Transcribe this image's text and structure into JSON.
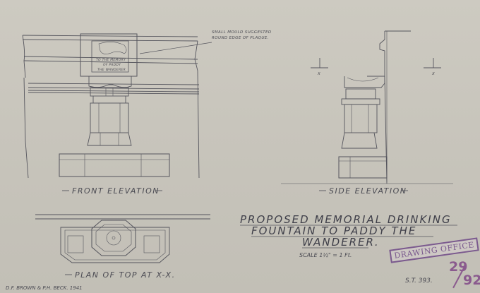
{
  "labels": {
    "front_elevation": "FRONT ELEVATION",
    "side_elevation": "SIDE ELEVATION",
    "plan_of_top": "PLAN OF TOP AT X-X.",
    "note_line1": "SMALL MOULD SUGGESTED",
    "note_line2": "ROUND EDGE OF PLAQUE.",
    "plaque_line1": "TO THE MEMORY",
    "plaque_line2": "OF PADDY",
    "plaque_line3": "THE WANDERER",
    "section_mark_left": "X",
    "section_mark_right": "X"
  },
  "title": {
    "line1": "PROPOSED MEMORIAL DRINKING",
    "line2": "FOUNTAIN TO PADDY THE",
    "line3": "WANDERER.",
    "scale": "SCALE 1½\" = 1 Ft."
  },
  "stamp": "DRAWING OFFICE",
  "sheet_number": {
    "numerator": "29",
    "denominator": "92"
  },
  "drawing_ref": "S.T. 393.",
  "authors": "D.F. BROWN & P.H. BECK. 1941",
  "colors": {
    "paper": "#cbc8bf",
    "ink": "#4a4a52",
    "stamp": "#7b5a8e"
  }
}
